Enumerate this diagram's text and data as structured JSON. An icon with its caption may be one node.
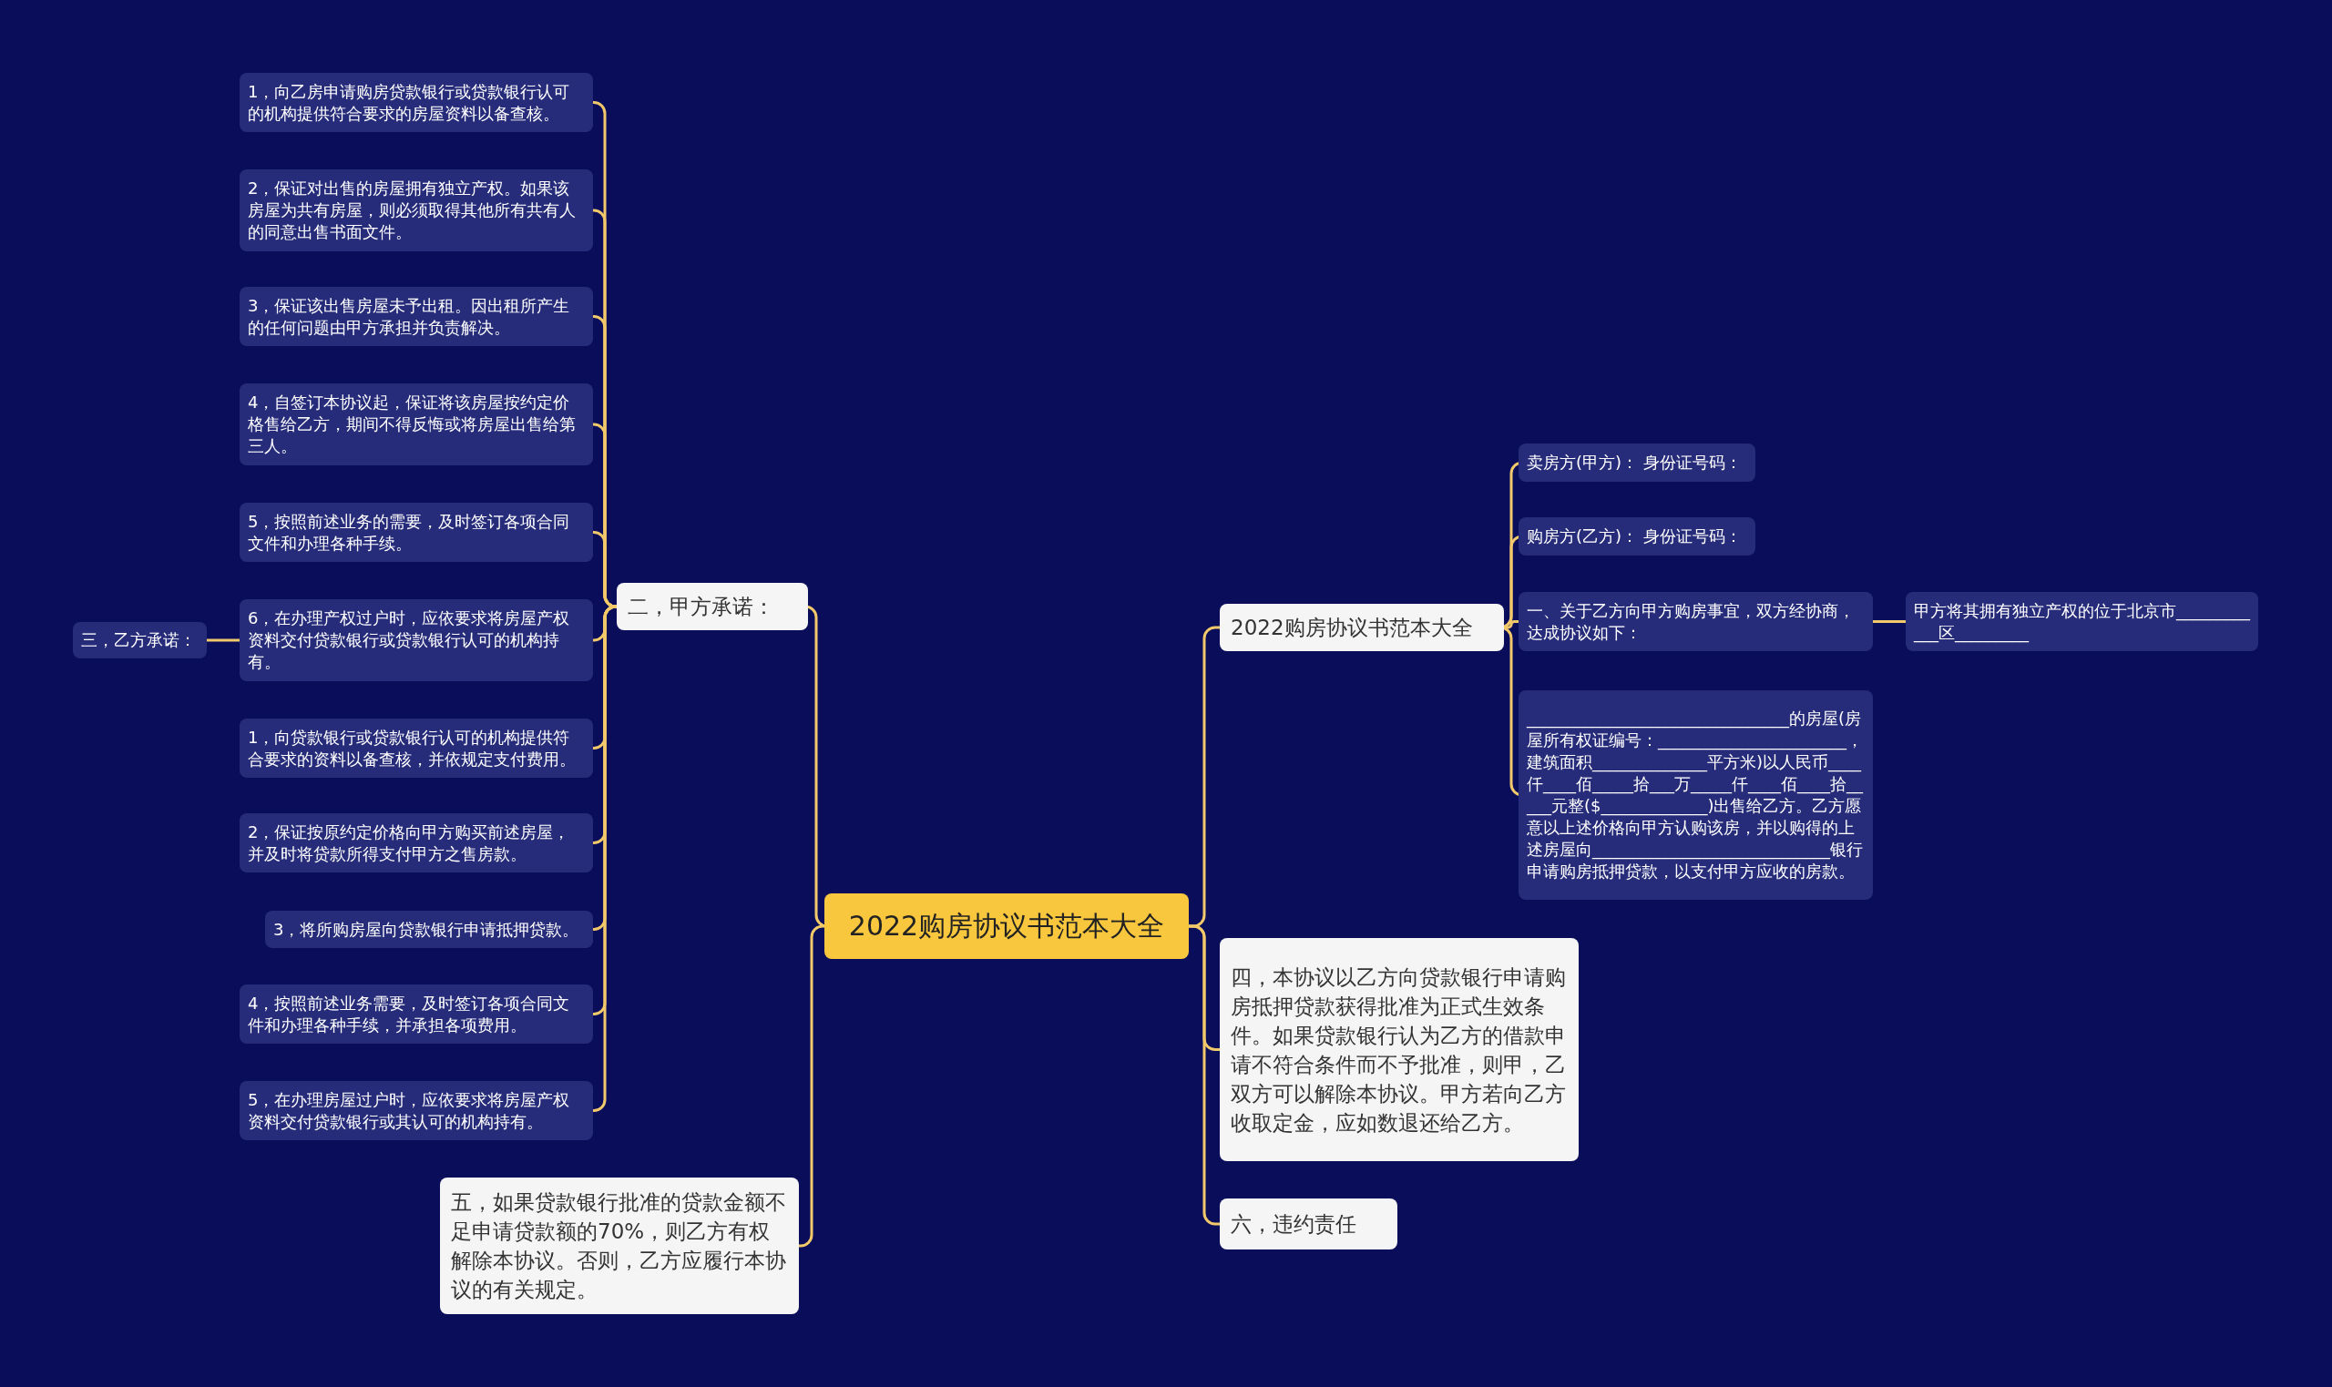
{
  "diagram": {
    "nodes": [
      {
        "text": [
          "2022购房协议书范本大全"
        ]
      },
      {
        "text": [
          "二，甲方承诺："
        ]
      },
      {
        "text": [
          "1，向乙房申请购房贷款银行或贷款银行认可的机构提供符合要求的房屋资料以备查核。"
        ]
      },
      {
        "text": [
          "2，保证对出售的房屋拥有独立产权。如果该房屋为共有房屋，则必须取得其他所有共有人的同意出售书面文件。"
        ]
      },
      {
        "text": [
          "3，保证该出售房屋未予出租。因出租所产生的任何问题由甲方承担并负责解决。"
        ]
      },
      {
        "text": [
          "4，自签订本协议起，保证将该房屋按约定价格售给乙方，期间不得反悔或将房屋出售给第三人。"
        ]
      },
      {
        "text": [
          "5，按照前述业务的需要，及时签订各项合同文件和办理各种手续。"
        ]
      },
      {
        "text": [
          "6，在办理产权过户时，应依要求将房屋产权资料交付贷款银行或贷款银行认可的机构持有。"
        ]
      },
      {
        "text": [
          "三，乙方承诺："
        ]
      },
      {
        "text": [
          "1，向贷款银行或贷款银行认可的机构提供符合要求的资料以备查核，并依规定支付费用。"
        ]
      },
      {
        "text": [
          "2，保证按原约定价格向甲方购买前述房屋，并及时将贷款所得支付甲方之售房款。"
        ]
      },
      {
        "text": [
          "3，将所购房屋向贷款银行申请抵押贷款。"
        ]
      },
      {
        "text": [
          "4，按照前述业务需要，及时签订各项合同文件和办理各种手续，并承担各项费用。"
        ]
      },
      {
        "text": [
          "5，在办理房屋过户时，应依要求将房屋产权资料交付贷款银行或其认可的机构持有。"
        ]
      },
      {
        "text": [
          "五，如果贷款银行批准的贷款金额不足申请贷款额的70%，则乙方有权解除本协议。否则，乙方应履行本协议的有关规定。"
        ]
      },
      {
        "text": [
          "2022购房协议书范本大全"
        ]
      },
      {
        "text": [
          "卖房方(甲方)： 身份证号码："
        ]
      },
      {
        "text": [
          "购房方(乙方)： 身份证号码："
        ]
      },
      {
        "text": [
          "一、关于乙方向甲方购房事宜，双方经协商，达成协议如下："
        ]
      },
      {
        "text": [
          "甲方将其拥有独立产权的位于北京市____________区_________"
        ]
      },
      {
        "text": [
          "________________________________的房屋(房屋所有权证编号：_______________________，建筑面积______________平方米)以人民币____仟____佰_____拾___万_____仟____佰____拾_____元整($_____________)出售给乙方。乙方愿意以上述价格向甲方认购该房，并以购得的上述房屋向_____________________________银行申请购房抵押贷款，以支付甲方应收的房款。"
        ]
      },
      {
        "text": [
          "四，本协议以乙方向贷款银行申请购房抵押贷款获得批准为正式生效条件。如果贷款银行认为乙方的借款申请不符合条件而不予批准，则甲，乙双方可以解除本协议。甲方若向乙方收取定金，应如数退还给乙方。"
        ]
      },
      {
        "text": [
          "六，违约责任"
        ]
      }
    ],
    "edges": [
      {
        "from": 0,
        "to": 1,
        "arrow": "none"
      },
      {
        "from": 1,
        "to": 2,
        "arrow": "none"
      },
      {
        "from": 1,
        "to": 3,
        "arrow": "none"
      },
      {
        "from": 1,
        "to": 4,
        "arrow": "none"
      },
      {
        "from": 1,
        "to": 5,
        "arrow": "none"
      },
      {
        "from": 1,
        "to": 6,
        "arrow": "none"
      },
      {
        "from": 1,
        "to": 7,
        "arrow": "none"
      },
      {
        "from": 7,
        "to": 8,
        "arrow": "none"
      },
      {
        "from": 1,
        "to": 9,
        "arrow": "none"
      },
      {
        "from": 1,
        "to": 10,
        "arrow": "none"
      },
      {
        "from": 1,
        "to": 11,
        "arrow": "none"
      },
      {
        "from": 1,
        "to": 12,
        "arrow": "none"
      },
      {
        "from": 1,
        "to": 13,
        "arrow": "none"
      },
      {
        "from": 0,
        "to": 14,
        "arrow": "none"
      },
      {
        "from": 0,
        "to": 15,
        "arrow": "none"
      },
      {
        "from": 15,
        "to": 16,
        "arrow": "none"
      },
      {
        "from": 15,
        "to": 17,
        "arrow": "none"
      },
      {
        "from": 15,
        "to": 18,
        "arrow": "none"
      },
      {
        "from": 18,
        "to": 19,
        "arrow": "none"
      },
      {
        "from": 15,
        "to": 20,
        "arrow": "none"
      },
      {
        "from": 0,
        "to": 21,
        "arrow": "none"
      },
      {
        "from": 0,
        "to": 22,
        "arrow": "none"
      }
    ]
  }
}
